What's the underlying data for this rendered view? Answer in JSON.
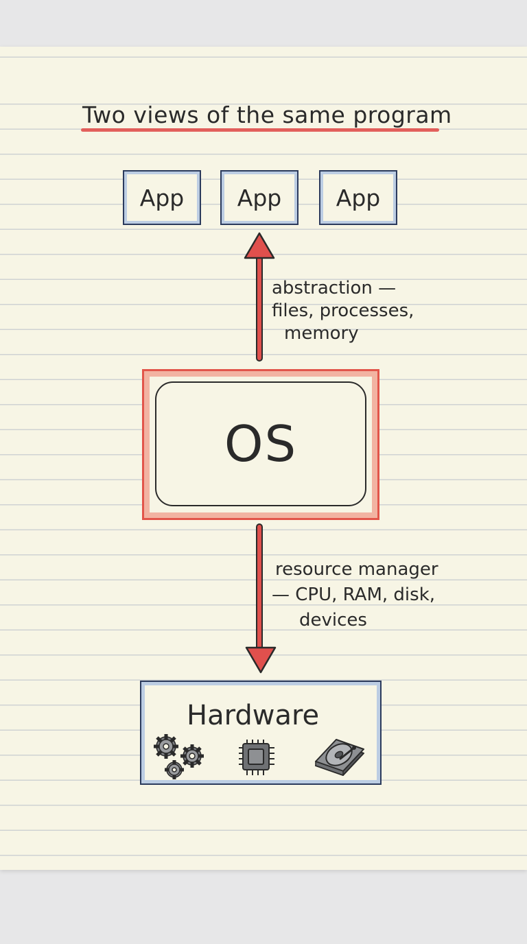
{
  "title": "Two views of the same program",
  "apps": [
    "App",
    "App",
    "App"
  ],
  "up_arrow_label": {
    "line1": "abstraction —",
    "line2": "files, processes,",
    "line3": "memory"
  },
  "os_label": "OS",
  "down_arrow_label": {
    "line1": "resource manager",
    "line2": "— CPU, RAM, disk,",
    "line3": "devices"
  },
  "hardware": {
    "label": "Hardware",
    "icons": [
      "gears-icon",
      "cpu-chip-icon",
      "hard-disk-icon"
    ]
  },
  "colors": {
    "arrow": "#e0504d",
    "app_border": "#2b3a5c",
    "os_border": "#e2554a"
  }
}
